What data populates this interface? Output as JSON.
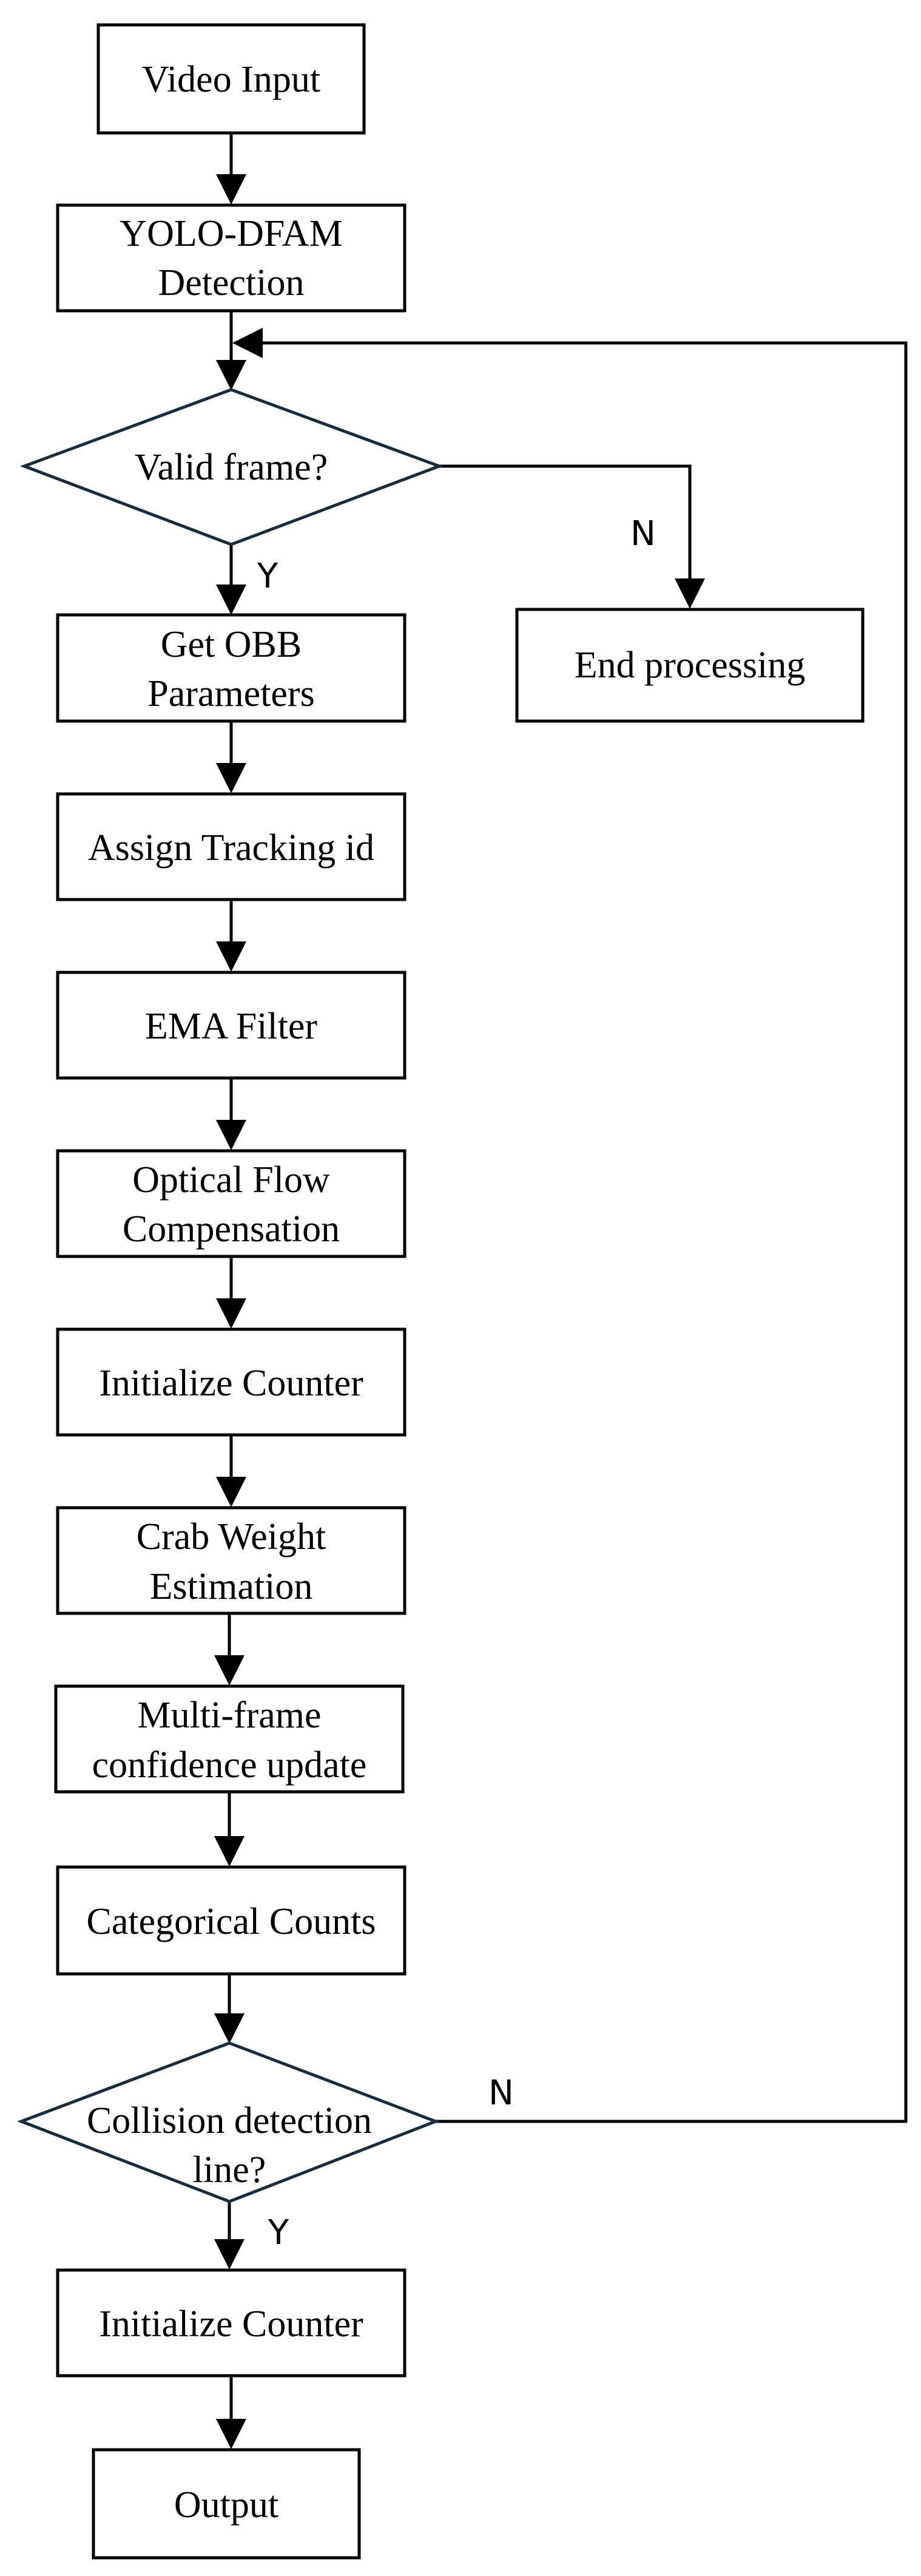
{
  "nodes": {
    "video_input": "Video Input",
    "yolo_line1": "YOLO-DFAM",
    "yolo_line2": "Detection",
    "valid_frame": "Valid frame?",
    "end_processing": "End processing",
    "obb_line1": "Get OBB",
    "obb_line2": "Parameters",
    "assign_tracking": "Assign Tracking id",
    "ema_filter": "EMA Filter",
    "optical_line1": "Optical Flow",
    "optical_line2": "Compensation",
    "init_counter_1": "Initialize Counter",
    "crab_line1": "Crab Weight",
    "crab_line2": "Estimation",
    "multi_line1": "Multi-frame",
    "multi_line2": "confidence update",
    "categorical_counts": "Categorical Counts",
    "collision_line1": "Collision detection",
    "collision_line2": "line?",
    "init_counter_2": "Initialize Counter",
    "output": "Output"
  },
  "branches": {
    "valid_yes": "Y",
    "valid_no": "N",
    "collision_yes": "Y",
    "collision_no": "N"
  }
}
